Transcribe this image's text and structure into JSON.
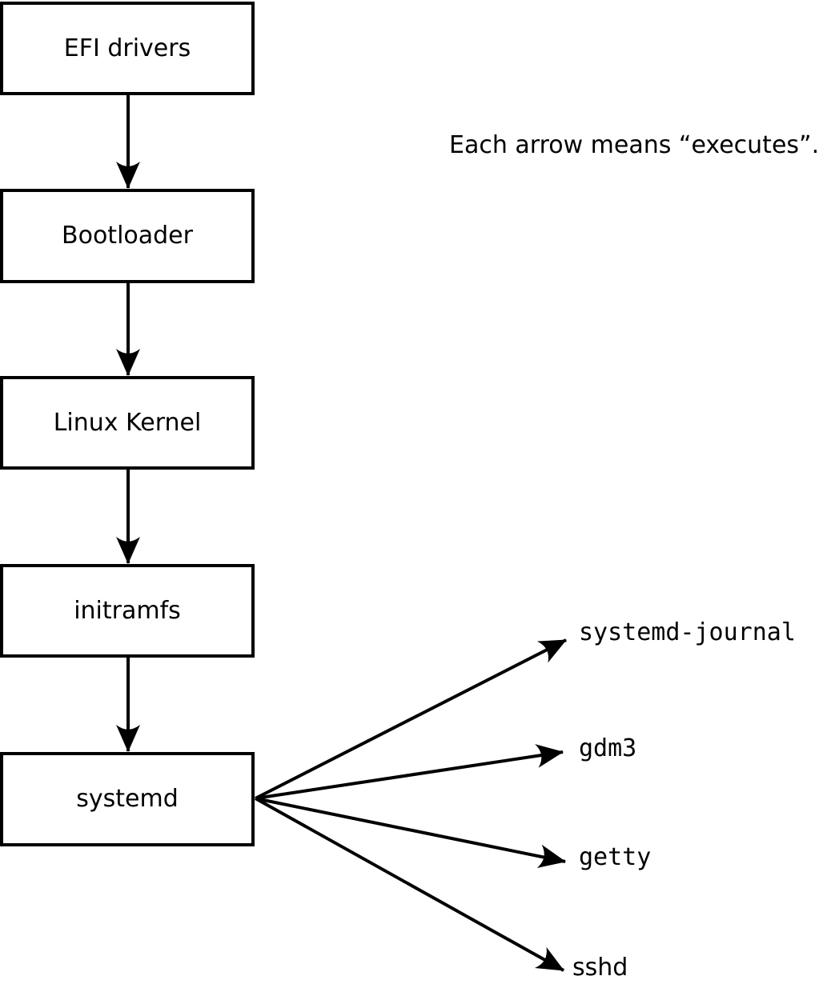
{
  "annotation": {
    "text": "Each arrow means “executes”."
  },
  "flow": {
    "nodes": [
      {
        "id": "efi-drivers",
        "label": "EFI drivers"
      },
      {
        "id": "bootloader",
        "label": "Bootloader"
      },
      {
        "id": "linux-kernel",
        "label": "Linux Kernel"
      },
      {
        "id": "initramfs",
        "label": "initramfs"
      },
      {
        "id": "systemd",
        "label": "systemd"
      }
    ]
  },
  "spawned": {
    "items": [
      {
        "id": "systemd-journal",
        "label": "systemd-journal"
      },
      {
        "id": "gdm3",
        "label": "gdm3"
      },
      {
        "id": "getty",
        "label": "getty"
      },
      {
        "id": "sshd",
        "label": "sshd"
      }
    ]
  },
  "edges": [
    {
      "from": "EFI drivers",
      "to": "Bootloader"
    },
    {
      "from": "Bootloader",
      "to": "Linux Kernel"
    },
    {
      "from": "Linux Kernel",
      "to": "initramfs"
    },
    {
      "from": "initramfs",
      "to": "systemd"
    },
    {
      "from": "systemd",
      "to": "systemd-journal"
    },
    {
      "from": "systemd",
      "to": "gdm3"
    },
    {
      "from": "systemd",
      "to": "getty"
    },
    {
      "from": "systemd",
      "to": "sshd"
    }
  ],
  "colors": {
    "line": "#000000",
    "box_border": "#000000",
    "box_fill": "#ffffff",
    "background": "#ffffff",
    "text": "#000000"
  }
}
